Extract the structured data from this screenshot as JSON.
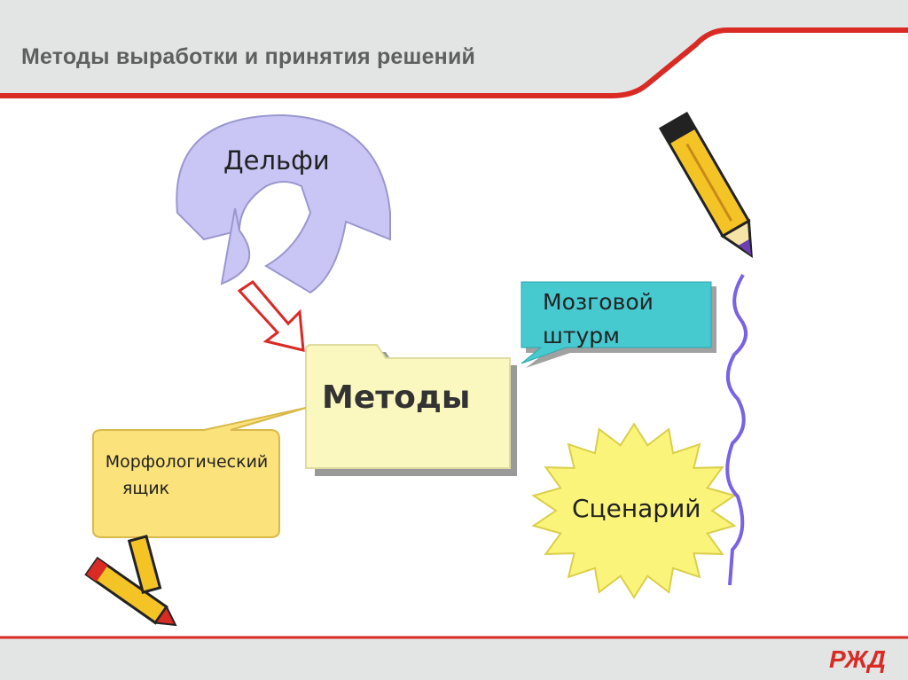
{
  "slide": {
    "title": "Методы выработки и принятия решений",
    "logo_text": "РЖД",
    "colors": {
      "accent": "#d92a24",
      "header_bg": "#e4e6e6"
    }
  },
  "diagram": {
    "center": "Методы",
    "delphi": "Дельфи",
    "brainstorm_line1": "Мозговой",
    "brainstorm_line2": "штурм",
    "morph_line1": "Морфологический",
    "morph_line2": "ящик",
    "scenario": "Сценарий"
  }
}
